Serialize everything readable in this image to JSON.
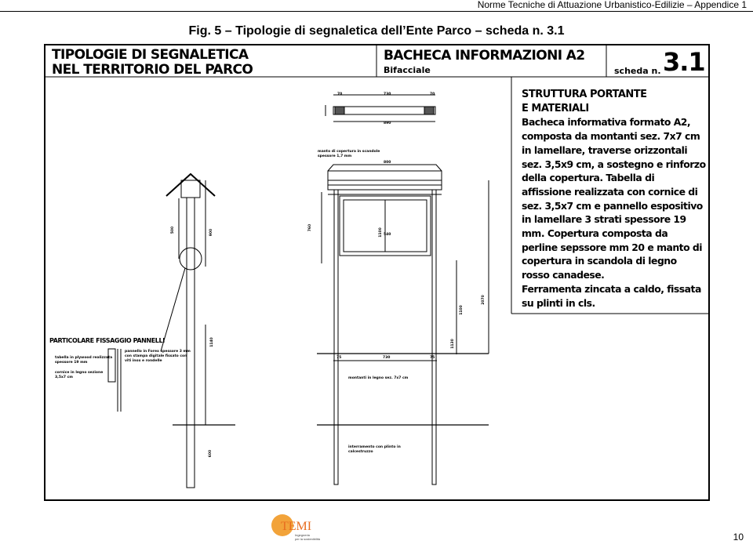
{
  "header": {
    "running_title": "Norme Tecniche di Attuazione Urbanistico-Edilizie – Appendice 1"
  },
  "figure": {
    "caption": "Fig. 5 – Tipologie di segnaletica dell’Ente Parco – scheda n. 3.1"
  },
  "sheet": {
    "title_line1": "TIPOLOGIE DI SEGNALETICA",
    "title_line2": "NEL TERRITORIO DEL PARCO",
    "board_title": "BACHECA INFORMAZIONI A2",
    "board_subtitle": "Bifacciale",
    "scheda_label": "scheda n.",
    "scheda_number": "3.1"
  },
  "description": {
    "heading1": "STRUTTURA PORTANTE",
    "heading2": "E MATERIALI",
    "lines": [
      "Bacheca informativa formato A2,",
      "composta da montanti sez. 7x7 cm",
      "in lamellare, traverse orizzontali",
      "sez. 3,5x9 cm, a sostegno e rinforzo",
      "della copertura. Tabella di",
      "affissione realizzata con cornice di",
      "sez. 3,5x7 cm e pannello espositivo",
      "in lamellare 3 strati spessore 19",
      "mm. Copertura composta da",
      "perline sepssore mm 20 e manto di",
      "copertura in scandola di legno",
      "rosso canadese.",
      "Ferramenta zincata a caldo, fissata",
      "su plinti in cls."
    ]
  },
  "detail": {
    "title": "PARTICOLARE FISSAGGIO PANNELLI",
    "note_left1": "tabella in plywood realizzata",
    "note_left2": "spessore 19 mm",
    "note_left3": "cornice in legno sezione",
    "note_left4": "3,5x7 cm",
    "note_right1": "pannello in Forex spessore 3 mm",
    "note_right2": "con stampa digitale fissato con",
    "note_right3": "viti inox e rondelle"
  },
  "drawing_notes": {
    "roof_note1": "manto di copertura in scandole",
    "roof_note2": "spessore 1,7 mm",
    "posts_note": "montanti in legno sez. 7x7 cm",
    "footing_note1": "interramento con plinto in",
    "footing_note2": "calcestruzzo"
  },
  "dimensions": {
    "d70a": "70",
    "d730": "730",
    "d70b": "70",
    "d890": "890",
    "d800": "800",
    "d540": "540",
    "d760": "760",
    "d1100": "1100",
    "d1130": "1130",
    "d2070": "2070",
    "d900": "900",
    "d500": "500",
    "d75a": "75",
    "d730b": "730",
    "d75b": "75",
    "d600": "600",
    "d1140": "1140",
    "d1100b": "1100"
  },
  "footer": {
    "page_number": "10",
    "logo_text": "TEMI",
    "logo_sub1": "Ingegneria",
    "logo_sub2": "per la sostenibilità"
  }
}
